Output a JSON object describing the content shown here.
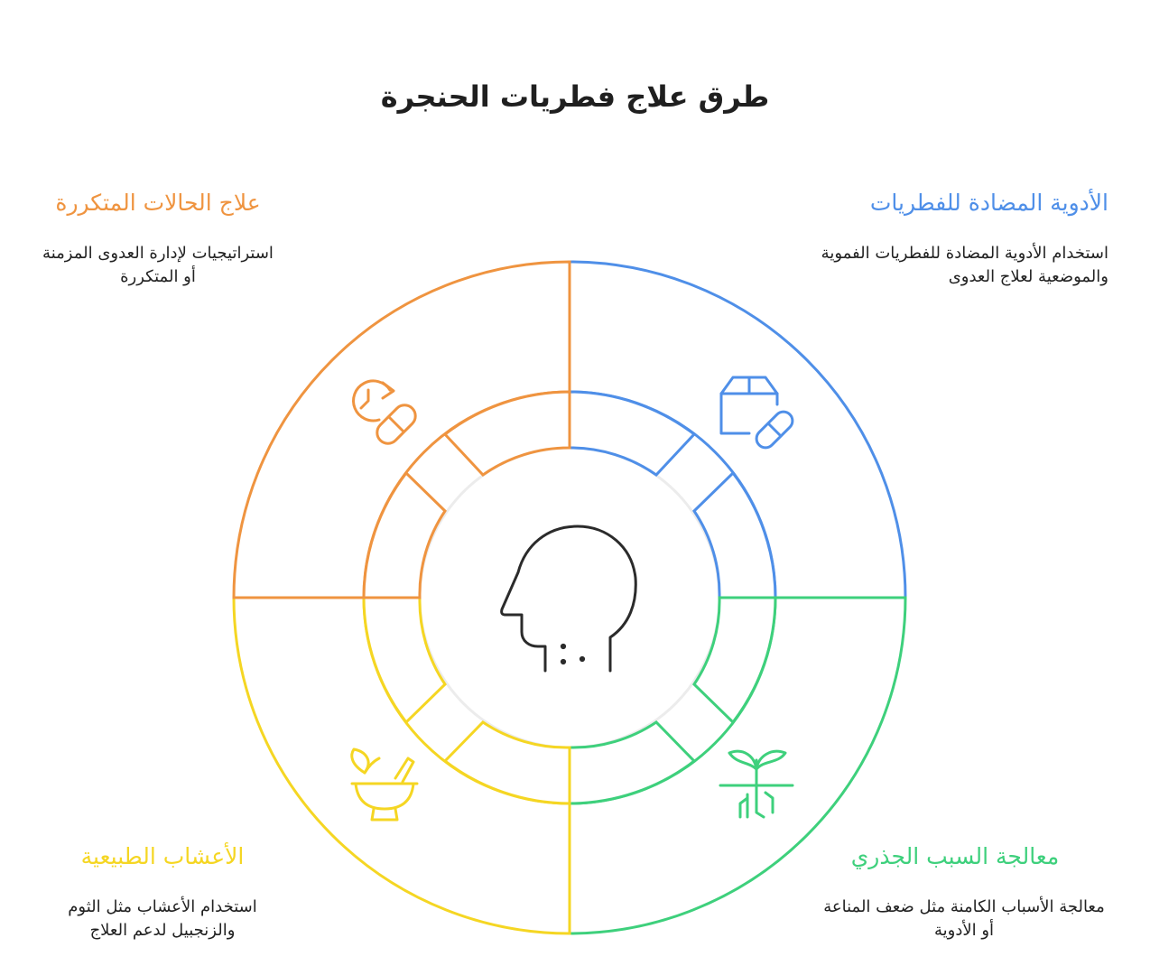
{
  "title": "طرق علاج فطريات الحنجرة",
  "colors": {
    "blue": "#4f8fe8",
    "green": "#3ed07c",
    "yellow": "#f5d623",
    "orange": "#ef9440",
    "center": "#2b2b2b"
  },
  "sections": {
    "top_right": {
      "heading": "الأدوية المضادة للفطريات",
      "text": "استخدام الأدوية المضادة للفطريات الفموية والموضعية لعلاج العدوى",
      "icon": "medicine-box-pill-icon"
    },
    "top_left": {
      "heading": "علاج الحالات المتكررة",
      "text": "استراتيجيات لإدارة العدوى المزمنة أو المتكررة",
      "icon": "recurring-pill-clock-icon"
    },
    "bottom_right": {
      "heading": "معالجة السبب الجذري",
      "text": "معالجة الأسباب الكامنة مثل ضعف المناعة أو الأدوية",
      "icon": "sprout-roots-icon"
    },
    "bottom_left": {
      "heading": "الأعشاب الطبيعية",
      "text": "استخدام الأعشاب مثل الثوم والزنجبيل لدعم العلاج",
      "icon": "mortar-pestle-herb-icon"
    }
  },
  "center_icon": "head-throat-icon"
}
